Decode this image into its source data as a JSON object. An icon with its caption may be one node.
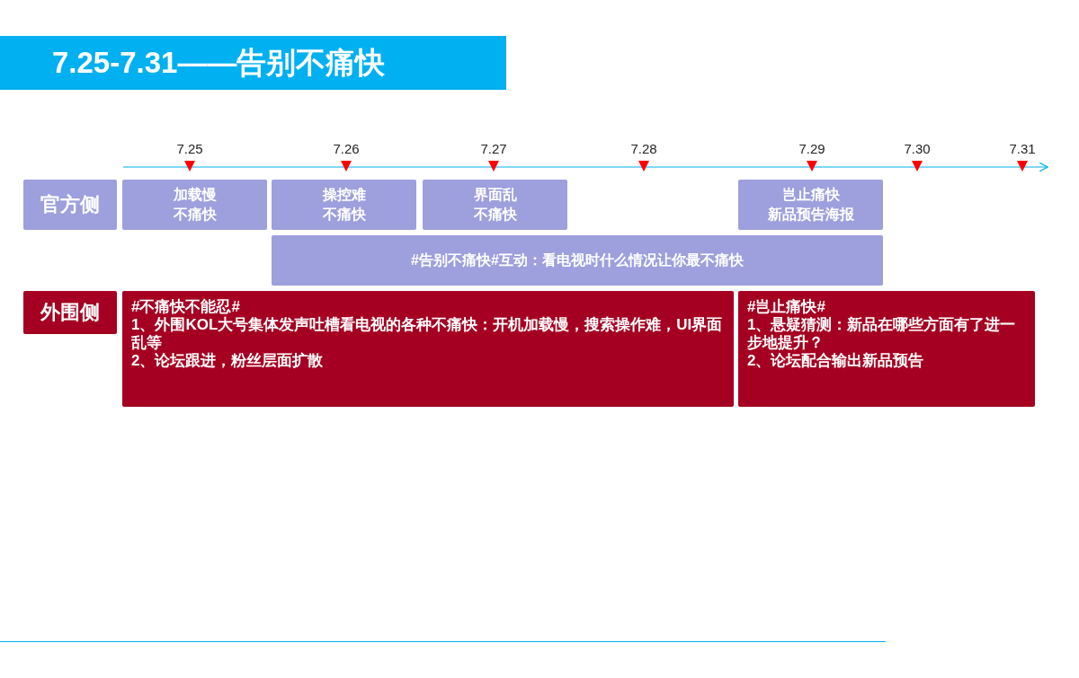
{
  "diagram": {
    "title": "7.25-7.31——告别不痛快",
    "nodes": [
      {
        "text": [
          "官方侧"
        ]
      },
      {
        "text": [
          "加载慢",
          "不痛快"
        ]
      },
      {
        "text": [
          "操控难",
          "不痛快"
        ]
      },
      {
        "text": [
          "界面乱",
          "不痛快"
        ]
      },
      {
        "text": [
          "岂止痛快",
          "新品预告海报"
        ]
      },
      {
        "text": [
          "#告别不痛快#互动：看电视时什么情况让你最不痛快"
        ]
      },
      {
        "text": [
          "外围侧"
        ]
      },
      {
        "text": [
          "#不痛快不能忍#",
          "1、外围KOL大号集体发声吐槽看电视的各种不痛快：开机加载慢，搜索操作难，UI界面乱等",
          "2、论坛跟进，粉丝层面扩散"
        ]
      },
      {
        "text": [
          "#岂止痛快#",
          "1、悬疑猜测：新品在哪些方面有了进一步地提升？",
          "2、论坛配合输出新品预告"
        ]
      }
    ],
    "labels": [
      "7.25",
      "7.26",
      "7.27",
      "7.28",
      "7.29",
      "7.30",
      "7.31"
    ]
  }
}
